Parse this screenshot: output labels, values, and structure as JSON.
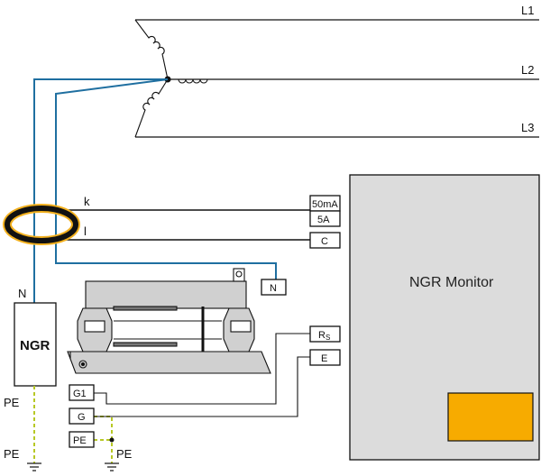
{
  "lines": {
    "l1": "L1",
    "l2": "L2",
    "l3": "L3"
  },
  "ct_leads": {
    "k": "k",
    "l": "l"
  },
  "terminals": {
    "t50ma": "50mA",
    "t5a": "5A",
    "tc": "C",
    "tn": "N",
    "trs_main": "R",
    "trs_sub": "S",
    "te": "E",
    "tg1": "G1",
    "tg": "G",
    "tpe": "PE"
  },
  "ngr": {
    "label": "NGR",
    "neutral": "N",
    "pe": "PE"
  },
  "monitor": {
    "title": "NGR Monitor"
  },
  "pe_labels": {
    "pe_left": "PE",
    "pe_right": "PE"
  },
  "colors": {
    "conductor_blue": "#1f6fa0",
    "ct_ring_outline": "#f2b01e",
    "earth_yellow_green": "#b7c825",
    "monitor_fill": "#dcdcdc",
    "monitor_display": "#f7ab00",
    "device_gray": "#d0d0d0"
  }
}
